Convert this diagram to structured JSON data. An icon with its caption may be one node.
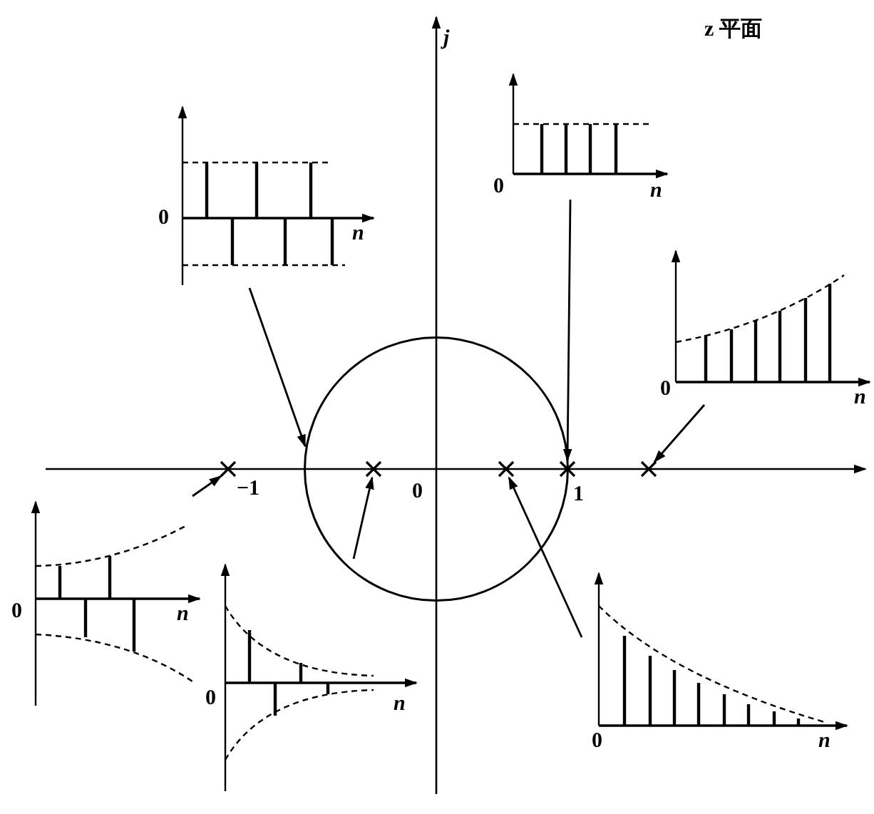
{
  "diagram": {
    "nodes": [
      {
        "text": [
          "0",
          "n"
        ]
      },
      {
        "text": [
          "0",
          "n"
        ]
      },
      {
        "text": [
          "0",
          "n"
        ]
      },
      {
        "text": [],
        "shape": "cross"
      },
      {
        "text": [],
        "shape": "circle"
      },
      {
        "text": [],
        "shape": "cross",
        "in": 4
      },
      {
        "text": [],
        "shape": "cross",
        "in": 4
      },
      {
        "text": [],
        "shape": "cross"
      },
      {
        "text": [],
        "shape": "cross"
      },
      {
        "text": [
          "0",
          "n"
        ]
      },
      {
        "text": [
          "0",
          "n"
        ]
      },
      {
        "text": [
          "0",
          "n"
        ]
      }
    ],
    "edges": [
      {
        "from": 0,
        "to": 4,
        "arrow": "to"
      },
      {
        "from": 1,
        "to": 7,
        "arrow": "to"
      },
      {
        "from": 2,
        "to": 8,
        "arrow": "to"
      },
      {
        "from": 9,
        "to": 3,
        "arrow": "to"
      },
      {
        "from": 10,
        "to": 5,
        "arrow": "to"
      },
      {
        "from": 11,
        "to": 6,
        "arrow": "to"
      }
    ],
    "labels": [
      "j",
      "z 平面",
      "−1",
      "0",
      "1"
    ]
  }
}
